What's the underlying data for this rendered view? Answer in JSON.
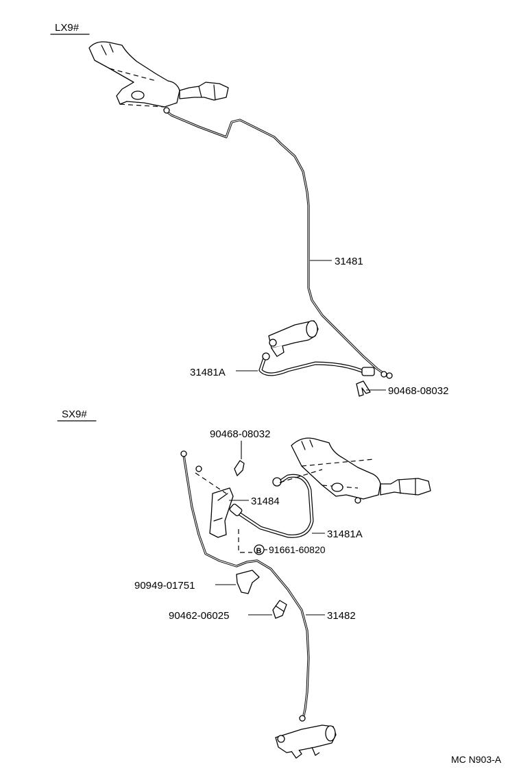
{
  "sections": {
    "top": "LX9#",
    "bottom": "SX9#"
  },
  "labels": {
    "top_31481": "31481",
    "top_31481a": "31481A",
    "top_90468": "90468-08032",
    "bot_90468": "90468-08032",
    "bot_31484": "31484",
    "bot_31481a": "31481A",
    "bot_91661": "91661-60820",
    "bot_90949": "90949-01751",
    "bot_90462": "90462-06025",
    "bot_31482": "31482",
    "bolt_marker": "B"
  },
  "diagram_code": "MC N903-A"
}
